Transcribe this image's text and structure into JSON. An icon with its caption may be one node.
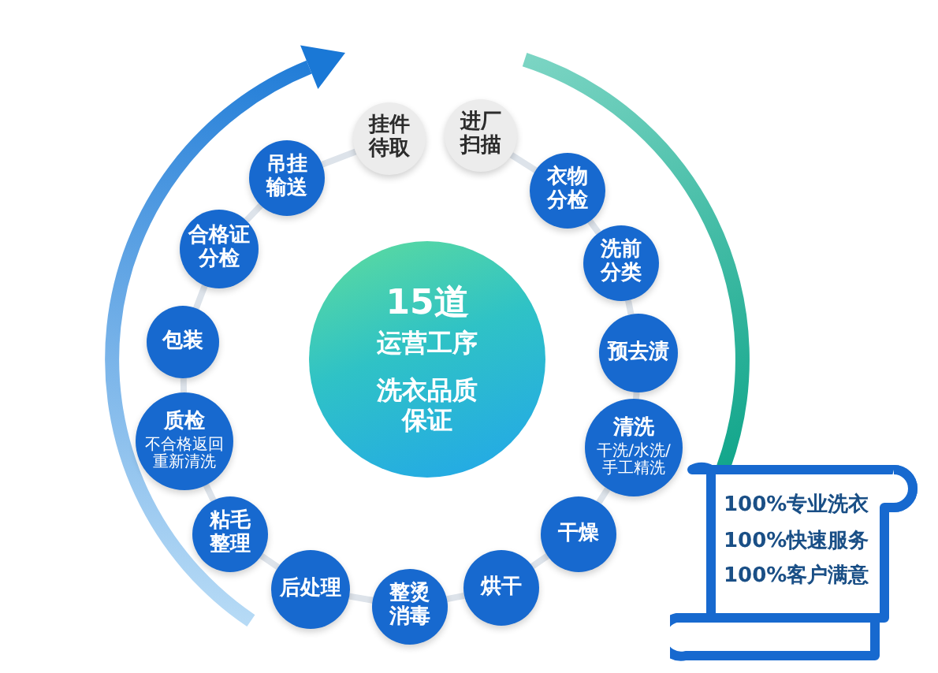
{
  "diagram": {
    "nodes": [
      {
        "text": [
          "15道",
          "运营工序",
          "洗衣品质保证"
        ]
      },
      {
        "text": [
          "进厂扫描"
        ]
      },
      {
        "text": [
          "衣物分检"
        ]
      },
      {
        "text": [
          "洗前分类"
        ]
      },
      {
        "text": [
          "预去渍"
        ]
      },
      {
        "text": [
          "清洗",
          "干洗/水洗/手工精洗"
        ]
      },
      {
        "text": [
          "干燥"
        ]
      },
      {
        "text": [
          "烘干"
        ]
      },
      {
        "text": [
          "整烫消毒"
        ]
      },
      {
        "text": [
          "后处理"
        ]
      },
      {
        "text": [
          "粘毛整理"
        ]
      },
      {
        "text": [
          "质检",
          "不合格返回重新清洗"
        ]
      },
      {
        "text": [
          "包装"
        ]
      },
      {
        "text": [
          "合格证分检"
        ]
      },
      {
        "text": [
          "吊挂输送"
        ]
      },
      {
        "text": [
          "挂件待取"
        ]
      },
      {
        "text": [
          "100%专业洗衣",
          "100%快速服务",
          "100%客户满意"
        ]
      }
    ],
    "edges": [
      {
        "from": 1,
        "to": 2,
        "arrow": "none"
      },
      {
        "from": 2,
        "to": 3,
        "arrow": "none"
      },
      {
        "from": 3,
        "to": 4,
        "arrow": "none"
      },
      {
        "from": 4,
        "to": 5,
        "arrow": "none"
      },
      {
        "from": 5,
        "to": 6,
        "arrow": "none"
      },
      {
        "from": 6,
        "to": 7,
        "arrow": "none"
      },
      {
        "from": 7,
        "to": 8,
        "arrow": "none"
      },
      {
        "from": 8,
        "to": 9,
        "arrow": "none"
      },
      {
        "from": 9,
        "to": 10,
        "arrow": "none"
      },
      {
        "from": 10,
        "to": 11,
        "arrow": "none"
      },
      {
        "from": 11,
        "to": 12,
        "arrow": "none"
      },
      {
        "from": 12,
        "to": 13,
        "arrow": "none"
      },
      {
        "from": 13,
        "to": 14,
        "arrow": "none"
      },
      {
        "from": 14,
        "to": 15,
        "arrow": "none"
      }
    ]
  }
}
